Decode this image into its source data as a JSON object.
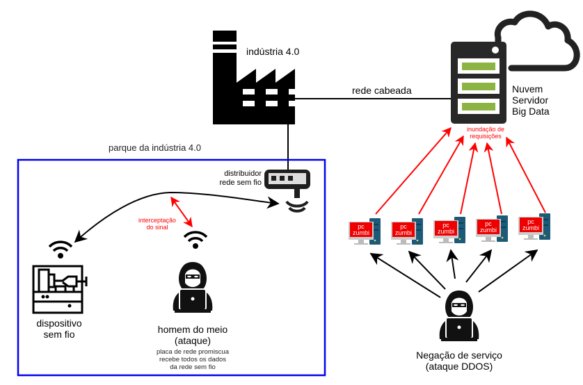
{
  "factory": {
    "label": "indústria 4.0",
    "icon": "factory-icon"
  },
  "wired_link": {
    "label": "rede cabeada"
  },
  "cloud_server": {
    "label_lines": [
      "Nuvem",
      "Servidor",
      "Big Data"
    ],
    "icons": [
      "cloud-icon",
      "server-icon"
    ],
    "colors": {
      "server_body": "#282828",
      "slot_fill": "#8cb443"
    }
  },
  "flood": {
    "label_lines": [
      "inundação de",
      "requisições"
    ],
    "color": "#ff0000"
  },
  "park": {
    "title": "parque da indústria 4.0",
    "border_color": "#0000ee"
  },
  "router": {
    "label_lines": [
      "distribuidor",
      "rede sem fio"
    ],
    "icon": "wireless-router-icon"
  },
  "interception": {
    "label_lines": [
      "interceptação",
      "do sinal"
    ],
    "color": "#ff0000"
  },
  "device": {
    "label_lines": [
      "dispositivo",
      "sem fio"
    ],
    "icon": "machine-icon"
  },
  "mitm": {
    "label_lines": [
      "homem do meio",
      "(ataque)"
    ],
    "desc_lines": [
      "placa de rede promiscua",
      "recebe todos os dados",
      "da rede sem fio"
    ],
    "icon": "hacker-icon"
  },
  "zombies": {
    "items": [
      {
        "label_lines": [
          "pc",
          "zumbi"
        ]
      },
      {
        "label_lines": [
          "pc",
          "zumbi"
        ]
      },
      {
        "label_lines": [
          "pc",
          "zumbi"
        ]
      },
      {
        "label_lines": [
          "pc",
          "zumbi"
        ]
      },
      {
        "label_lines": [
          "pc",
          "zumbi"
        ]
      }
    ],
    "colors": {
      "screen": "#ee0000",
      "tower": "#1d5a78"
    }
  },
  "ddos": {
    "label_lines": [
      "Negação de serviço",
      "(ataque DDOS)"
    ],
    "icon": "hacker-icon"
  }
}
